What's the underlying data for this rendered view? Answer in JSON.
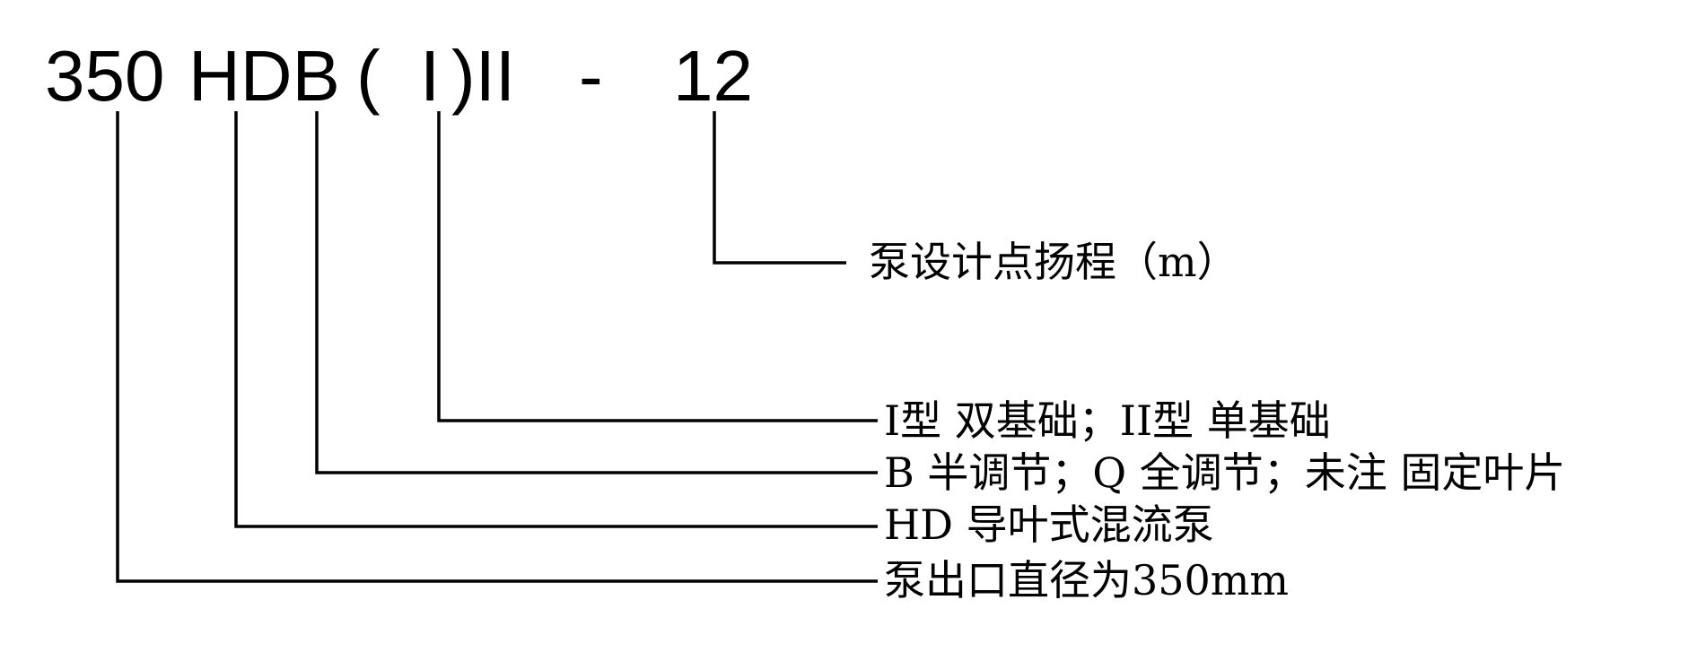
{
  "model_code": {
    "size": "350",
    "series": "HDB",
    "paren_open": "(",
    "base_type": "I",
    "paren_close_suffix": ")II",
    "dash": "-",
    "head": "12"
  },
  "legend": {
    "head": "泵设计点扬程（m）",
    "base_type": "I型 双基础；II型 单基础",
    "blade_adjust": "B 半调节；Q 全调节；未注 固定叶片",
    "pump_type": "HD 导叶式混流泵",
    "outlet_diameter": "泵出口直径为350mm"
  },
  "colors": {
    "background": "#ffffff",
    "ink": "#000000"
  }
}
